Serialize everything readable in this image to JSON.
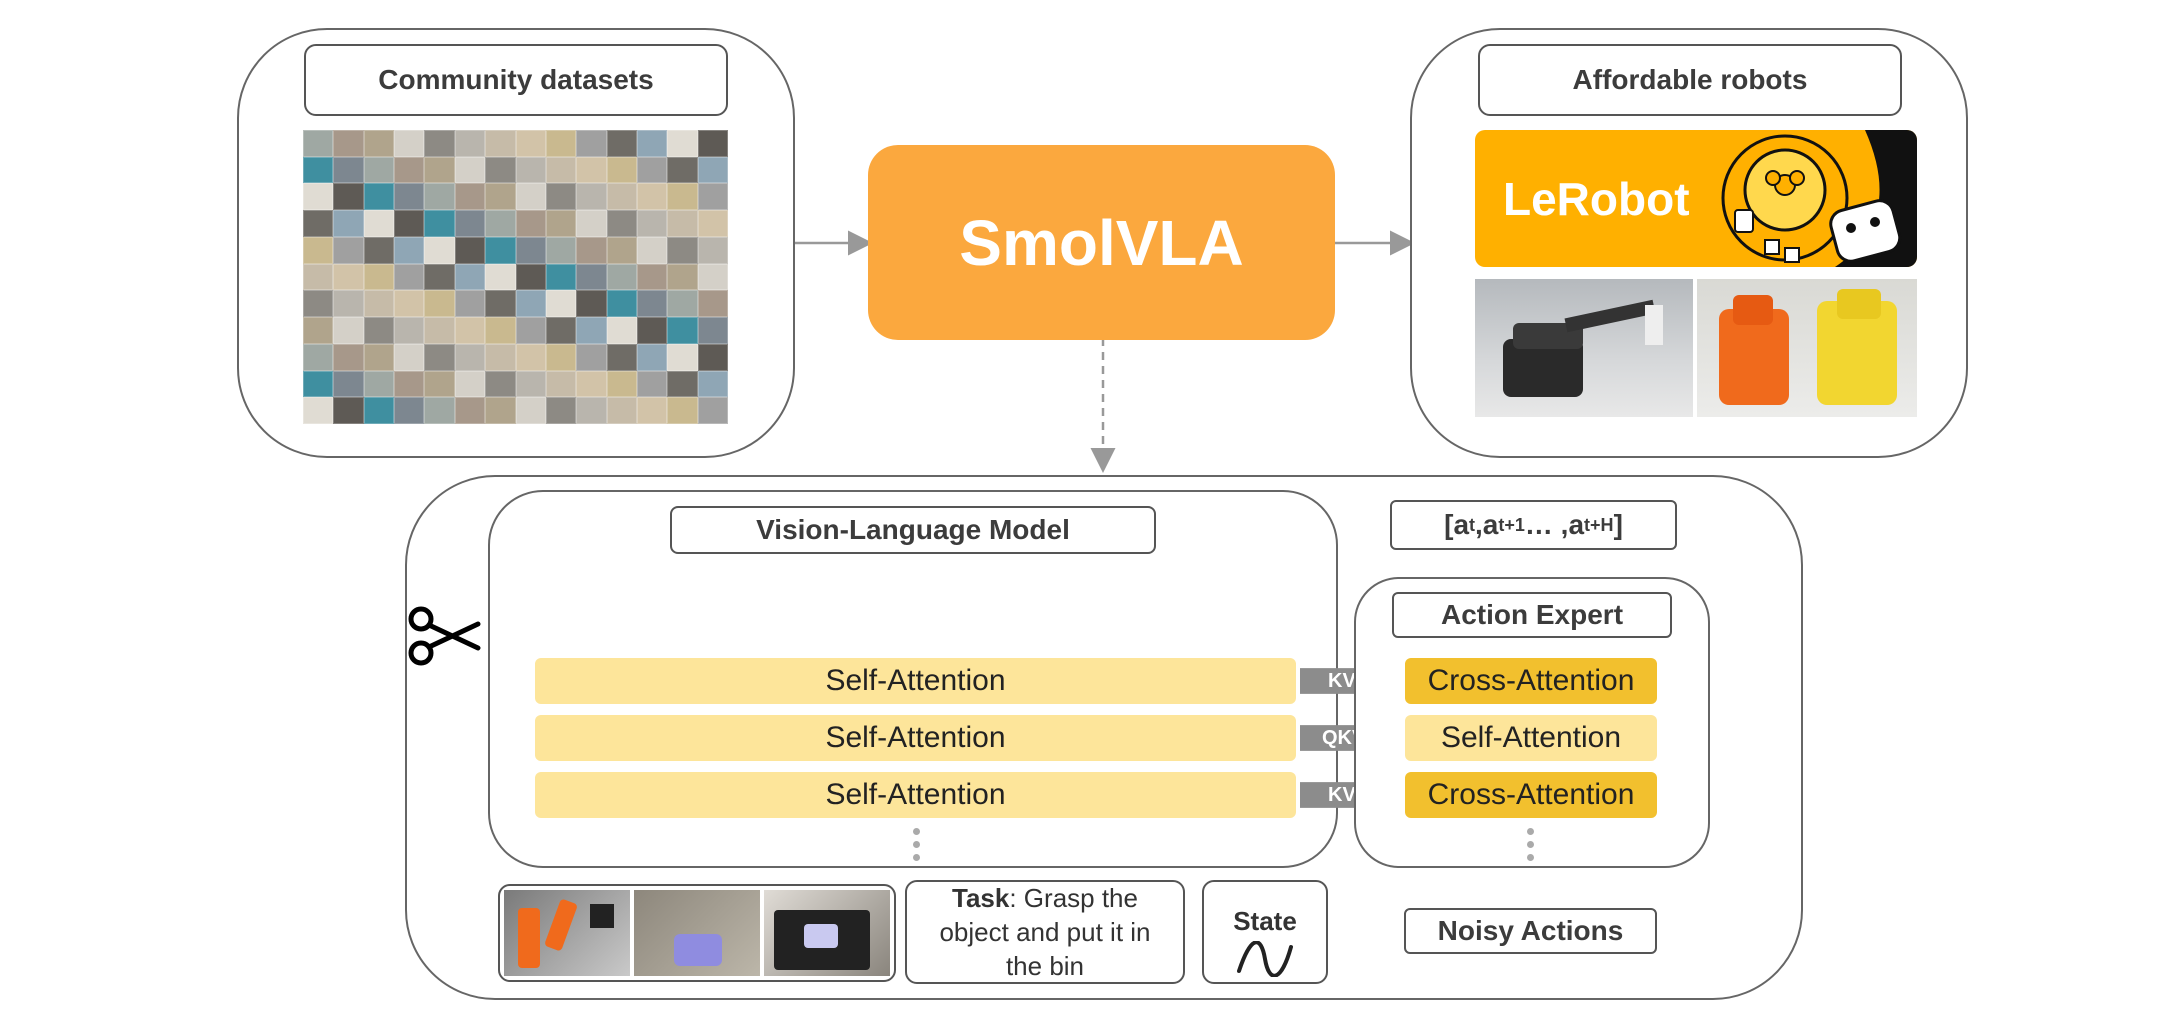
{
  "community": {
    "title": "Community datasets"
  },
  "robots": {
    "title": "Affordable robots",
    "brand": "LeRobot"
  },
  "center": {
    "title": "SmolVLA"
  },
  "vlm": {
    "title": "Vision-Language Model"
  },
  "expert": {
    "title": "Action Expert"
  },
  "output": {
    "a": "a",
    "sub_t": "t",
    "sub_t1": "t+1",
    "sub_tH": "t+H",
    "open": "[",
    "sep": " ,",
    "ellipsis": " … ,",
    "close": "]"
  },
  "vlm_layers": [
    "Self-Attention",
    "Self-Attention",
    "Self-Attention"
  ],
  "connectors": [
    "KV",
    "QKV",
    "KV"
  ],
  "expert_layers": [
    "Cross-Attention",
    "Self-Attention",
    "Cross-Attention"
  ],
  "task": {
    "bold": "Task",
    "rest": ": Grasp the object and put it in the bin"
  },
  "state": {
    "title": "State"
  },
  "noisy": {
    "title": "Noisy Actions"
  },
  "colors": {
    "orange": "#fba83e",
    "brand_yellow": "#ffb000",
    "attn_light": "#fde59a",
    "attn_dark": "#f2c02e"
  }
}
